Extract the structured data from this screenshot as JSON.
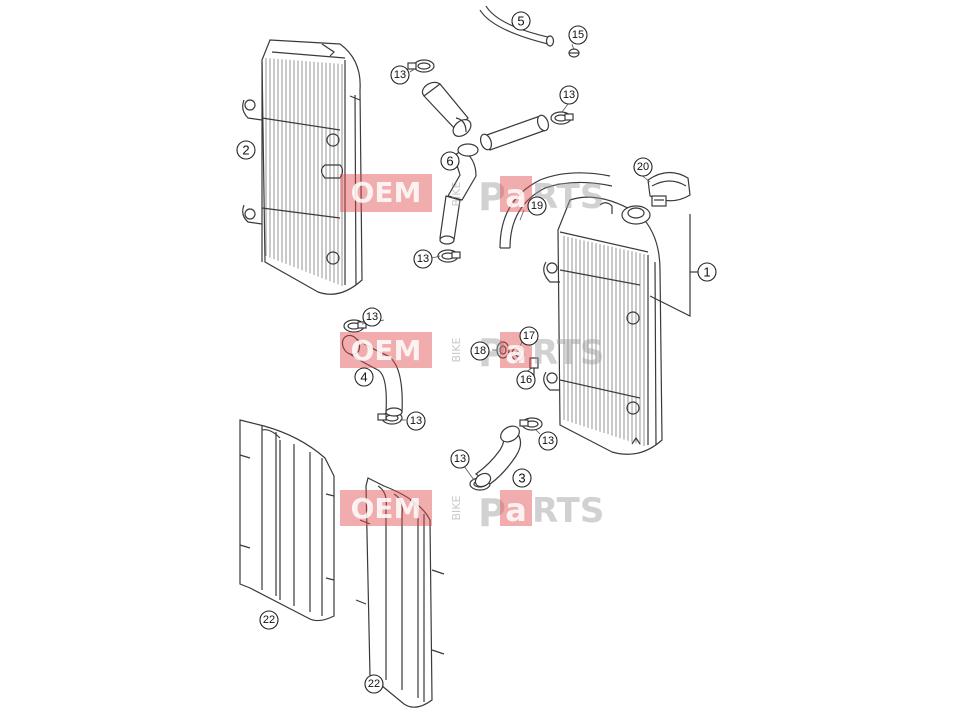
{
  "callouts": [
    {
      "id": "c1",
      "label": "1"
    },
    {
      "id": "c2",
      "label": "2"
    },
    {
      "id": "c3",
      "label": "3"
    },
    {
      "id": "c4",
      "label": "4"
    },
    {
      "id": "c5",
      "label": "5"
    },
    {
      "id": "c6",
      "label": "6"
    },
    {
      "id": "c13a",
      "label": "13"
    },
    {
      "id": "c13b",
      "label": "13"
    },
    {
      "id": "c13c",
      "label": "13"
    },
    {
      "id": "c13d",
      "label": "13"
    },
    {
      "id": "c13e",
      "label": "13"
    },
    {
      "id": "c13f",
      "label": "13"
    },
    {
      "id": "c13g",
      "label": "13"
    },
    {
      "id": "c15",
      "label": "15"
    },
    {
      "id": "c16",
      "label": "16"
    },
    {
      "id": "c17",
      "label": "17"
    },
    {
      "id": "c18",
      "label": "18"
    },
    {
      "id": "c19",
      "label": "19"
    },
    {
      "id": "c20",
      "label": "20"
    },
    {
      "id": "c22a",
      "label": "22"
    },
    {
      "id": "c22b",
      "label": "22"
    }
  ],
  "watermark": {
    "oem": "OEM",
    "bike": "BIKE",
    "parts_p": "P",
    "parts_a": "a",
    "parts_rest": "RTS"
  }
}
